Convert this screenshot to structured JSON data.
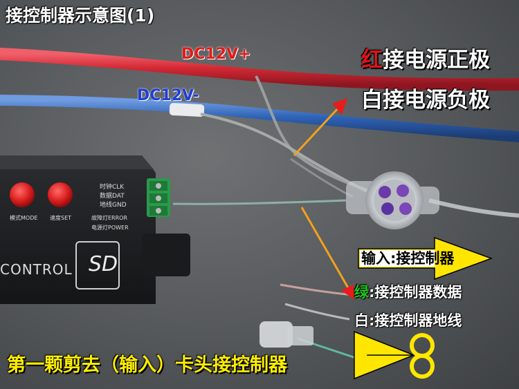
{
  "title": "接控制器示意图(1)",
  "wire_labels": {
    "dc_plus": "DC12V+",
    "dc_minus": "DC12V-"
  },
  "callouts": {
    "red_prefix": "红",
    "red_rest": "接电源正极",
    "white_prefix": "白",
    "white_rest": "接电源负极",
    "input_box": "输入:接控制器",
    "green_prefix": "绿",
    "green_rest": ":接控制器数据",
    "white2_prefix": "白",
    "white2_rest": ":接控制器地线"
  },
  "bottom_caption": "第一颗剪去（输入）卡头接控制器",
  "controller": {
    "pins": {
      "clk": "时钟CLK",
      "dat": "数据DAT",
      "gnd": "地线GND"
    },
    "leds": {
      "error": "故障灯ERROR",
      "power": "电源灯POWER"
    },
    "buttons": {
      "mode": "模式MODE",
      "speed": "速度SET"
    },
    "brand_text": "CONTROL",
    "card_slot": "SD"
  },
  "colors": {
    "red_wire": "#d42a35",
    "blue_wire": "#2f64b8",
    "highlight_red": "#e0141a",
    "highlight_green": "#1fc21f",
    "caption_yellow": "#ffee00",
    "arrow_orange": "#f2a21b"
  }
}
